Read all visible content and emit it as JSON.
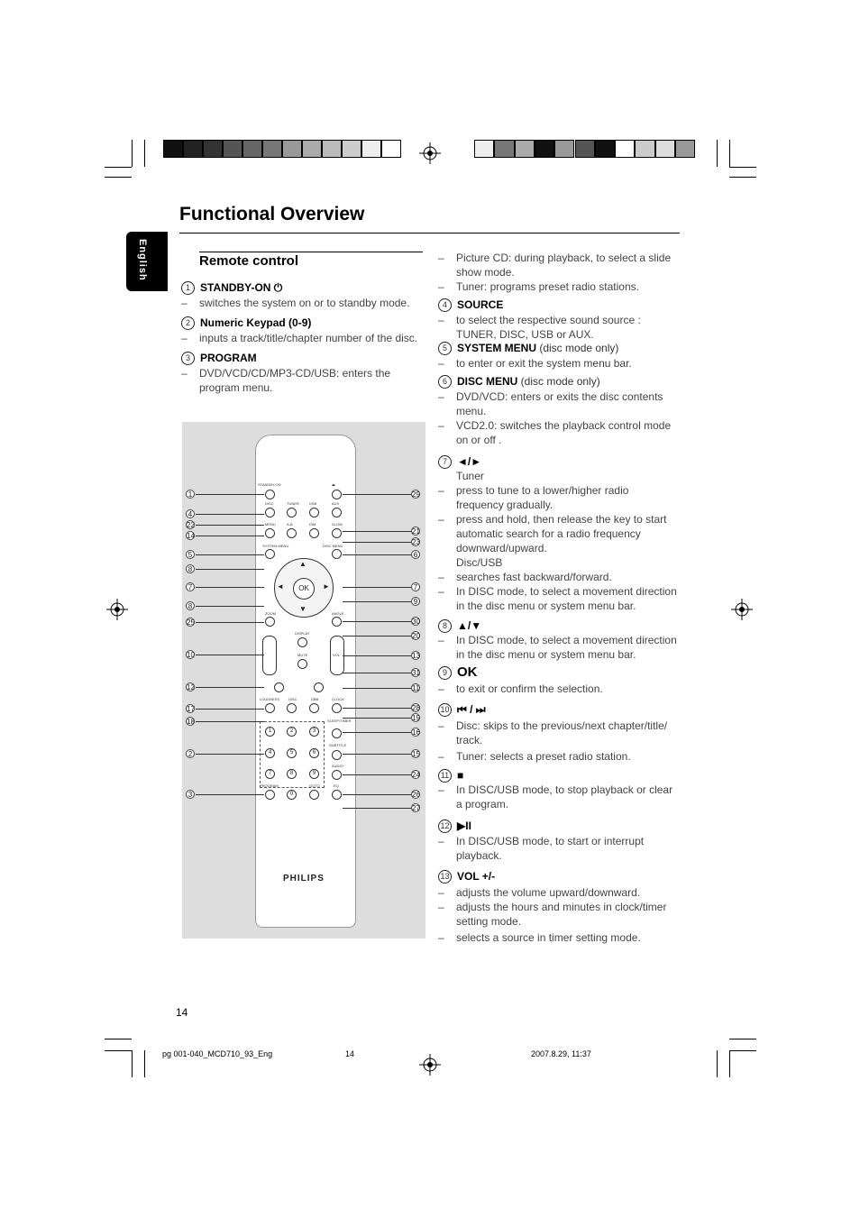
{
  "page": {
    "title": "Functional Overview",
    "language_tab": "English",
    "page_number": "14"
  },
  "section": {
    "heading": "Remote control"
  },
  "left_items": [
    {
      "num": "1",
      "head": "STANDBY-ON ⏻",
      "lines": [
        "switches the system on or to standby mode."
      ]
    },
    {
      "num": "2",
      "head": "Numeric Keypad (0-9)",
      "lines": [
        "inputs a track/title/chapter number of the disc."
      ]
    },
    {
      "num": "3",
      "head": "PROGRAM",
      "lines": [
        "DVD/VCD/CD/MP3-CD/USB: enters the program menu."
      ]
    }
  ],
  "right_col": {
    "pre_lines": [
      "Picture CD: during playback, to select a slide show mode.",
      "Tuner: programs preset radio stations."
    ],
    "item4": {
      "num": "4",
      "head": "SOURCE",
      "lines": [
        "to select the respective sound source : TUNER, DISC, USB or AUX."
      ]
    },
    "item5": {
      "num": "5",
      "head": "SYSTEM MENU",
      "note": " (disc mode only)",
      "lines": [
        "to enter or exit the system menu bar."
      ]
    },
    "item6": {
      "num": "6",
      "head": "DISC MENU",
      "note": " (disc mode only)",
      "lines": [
        "DVD/VCD: enters or exits the disc contents menu.",
        "VCD2.0: switches the playback control mode on or off ."
      ]
    },
    "item7": {
      "num": "7",
      "head": "◄/►",
      "sub1": "Tuner",
      "lines1": [
        "press to tune to a lower/higher radio frequency gradually.",
        "press and hold, then release the key to start automatic search for a radio frequency downward/upward."
      ],
      "sub2": "Disc/USB",
      "lines2": [
        "searches fast backward/forward.",
        "In DISC mode, to select a movement direction in the disc menu or system menu bar."
      ]
    },
    "item8": {
      "num": "8",
      "head": "▲/▼",
      "lines": [
        "In DISC mode, to select a movement direction in the disc menu or system menu bar."
      ]
    },
    "item9": {
      "num": "9",
      "head": "OK",
      "lines": [
        "to exit or confirm the selection."
      ]
    },
    "item10": {
      "num": "10",
      "head": "⏮ / ⏭",
      "lines": [
        "Disc: skips to the previous/next chapter/title/ track.",
        "Tuner: selects a preset radio station."
      ]
    },
    "item11": {
      "num": "11",
      "head": "■",
      "lines": [
        "In DISC/USB mode, to stop playback or clear a program."
      ]
    },
    "item12": {
      "num": "12",
      "head": "▶II",
      "lines": [
        "In DISC/USB mode, to start or interrupt playback."
      ]
    },
    "item13": {
      "num": "13",
      "head": "VOL +/-",
      "lines": [
        "adjusts the volume upward/downward.",
        "adjusts the hours and minutes in clock/timer setting mode.",
        "selects a source in timer setting mode."
      ]
    }
  },
  "remote": {
    "labels": {
      "standby": "STANDBY-ON",
      "eject": "⏏",
      "row1": [
        "DISC",
        "TUNER",
        "USB",
        "AUX"
      ],
      "row2": [
        "MENU",
        "A-B",
        "DIM",
        "SLOW"
      ],
      "system_menu": "SYSTEM MENU",
      "disc_menu": "DISC MENU",
      "ok": "OK",
      "zoom": "ZOOM",
      "angle": "ANGLE",
      "display": "DISPLAY",
      "mute": "MUTE",
      "vol": "VOL",
      "loudness": "LOUDNESS",
      "disc": "DISC",
      "dbb": "DBB",
      "clock": "CLOCK",
      "sleep": "SLEEP/TIMER",
      "subtitle": "SUBTITLE",
      "audio": "AUDIO",
      "program": "PROGRAM",
      "goto": "GOTO",
      "eq": "EQ",
      "brand": "PHILIPS",
      "keys": [
        "1",
        "2",
        "3",
        "4",
        "5",
        "6",
        "7",
        "8",
        "9",
        "0"
      ]
    },
    "callouts_left": [
      "1",
      "4",
      "22",
      "14",
      "5",
      "8",
      "7",
      "8",
      "25",
      "10",
      "12",
      "17",
      "18",
      "2",
      "3"
    ],
    "callouts_right": [
      "29",
      "21",
      "23",
      "6",
      "7",
      "9",
      "30",
      "20",
      "13",
      "31",
      "11",
      "28",
      "19",
      "16",
      "15",
      "24",
      "26",
      "27"
    ]
  },
  "footer": {
    "file": "pg 001-040_MCD710_93_Eng",
    "page": "14",
    "date": "2007.8.29, 11:37"
  },
  "swatches_left": [
    "#111",
    "#222",
    "#333",
    "#555",
    "#666",
    "#777",
    "#999",
    "#aaa",
    "#bbb",
    "#ccc",
    "#eee",
    "#fff"
  ],
  "swatches_right": [
    "#eee",
    "#777",
    "#aaa",
    "#111",
    "#999",
    "#555",
    "#111",
    "#fff",
    "#ccc",
    "#ddd",
    "#999"
  ]
}
